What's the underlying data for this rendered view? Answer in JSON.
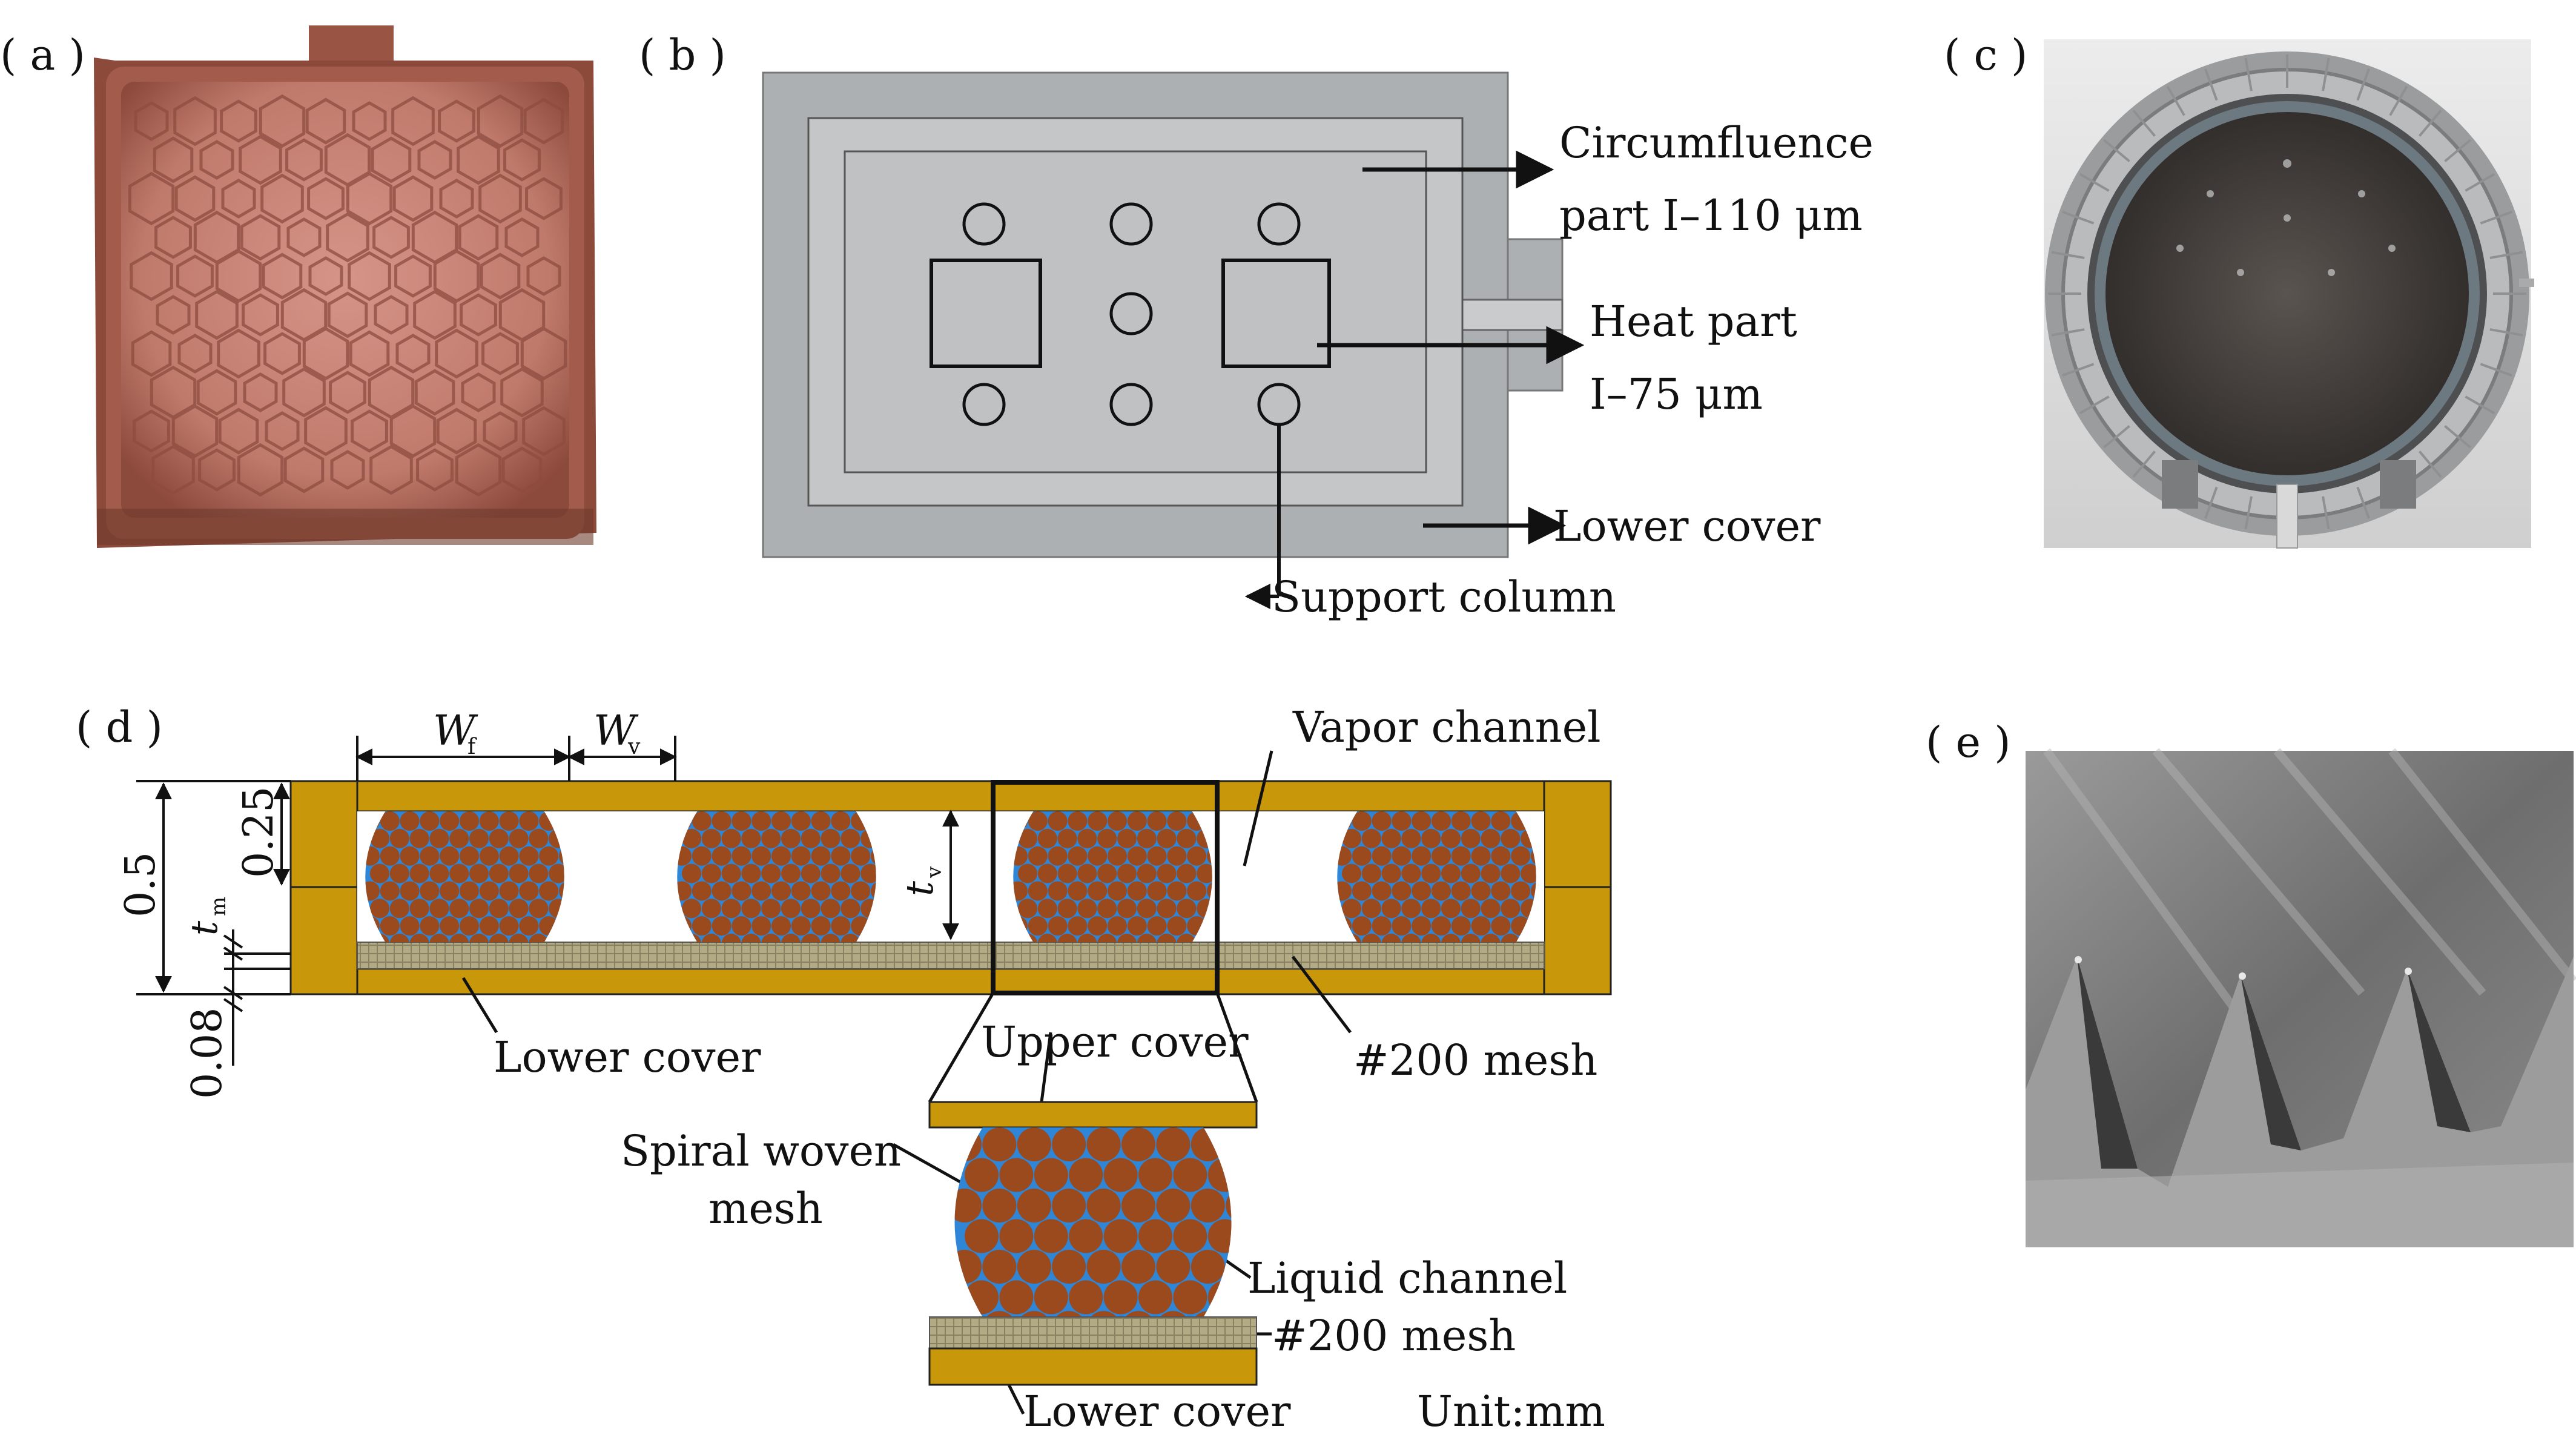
{
  "panels": {
    "a": {
      "label": "( a )"
    },
    "b": {
      "label": "( b )",
      "callouts": {
        "circumfluence_l1": "Circumfluence",
        "circumfluence_l2": "part  I–110 μm",
        "heat_l1": "Heat part",
        "heat_l2": "I–75 μm",
        "lower_cover": "Lower cover",
        "support_column": "Support column"
      }
    },
    "c": {
      "label": "( c )"
    },
    "d": {
      "label": "( d )",
      "dims": {
        "wf": "W",
        "wf_sub": "f",
        "wv": "W",
        "wv_sub": "v",
        "tv": "t",
        "tv_sub": "v",
        "tm": "t",
        "tm_sub": "m",
        "d_05": "0.5",
        "d_025": "0.25",
        "d_008": "0.08"
      },
      "callouts": {
        "vapor_channel": "Vapor channel",
        "lower_cover": "Lower cover",
        "mesh200": "#200 mesh",
        "upper_cover": "Upper cover",
        "spiral_l1": "Spiral woven",
        "spiral_l2": "mesh",
        "liquid_channel": "Liquid channel",
        "mesh200_detail": "#200 mesh",
        "lower_cover_detail": "Lower cover",
        "unit": "Unit:mm"
      }
    },
    "e": {
      "label": "( e )"
    }
  },
  "colors": {
    "copper": "#b5695a",
    "copper_dark": "#6e3a2c",
    "gray_plate": "#b3b5b7",
    "gold": "#c9980a",
    "wire_brown": "#9a4a1c",
    "wire_blue": "#2f86d6",
    "mesh": "#a8a07a",
    "sem": "#8a8a8a"
  }
}
